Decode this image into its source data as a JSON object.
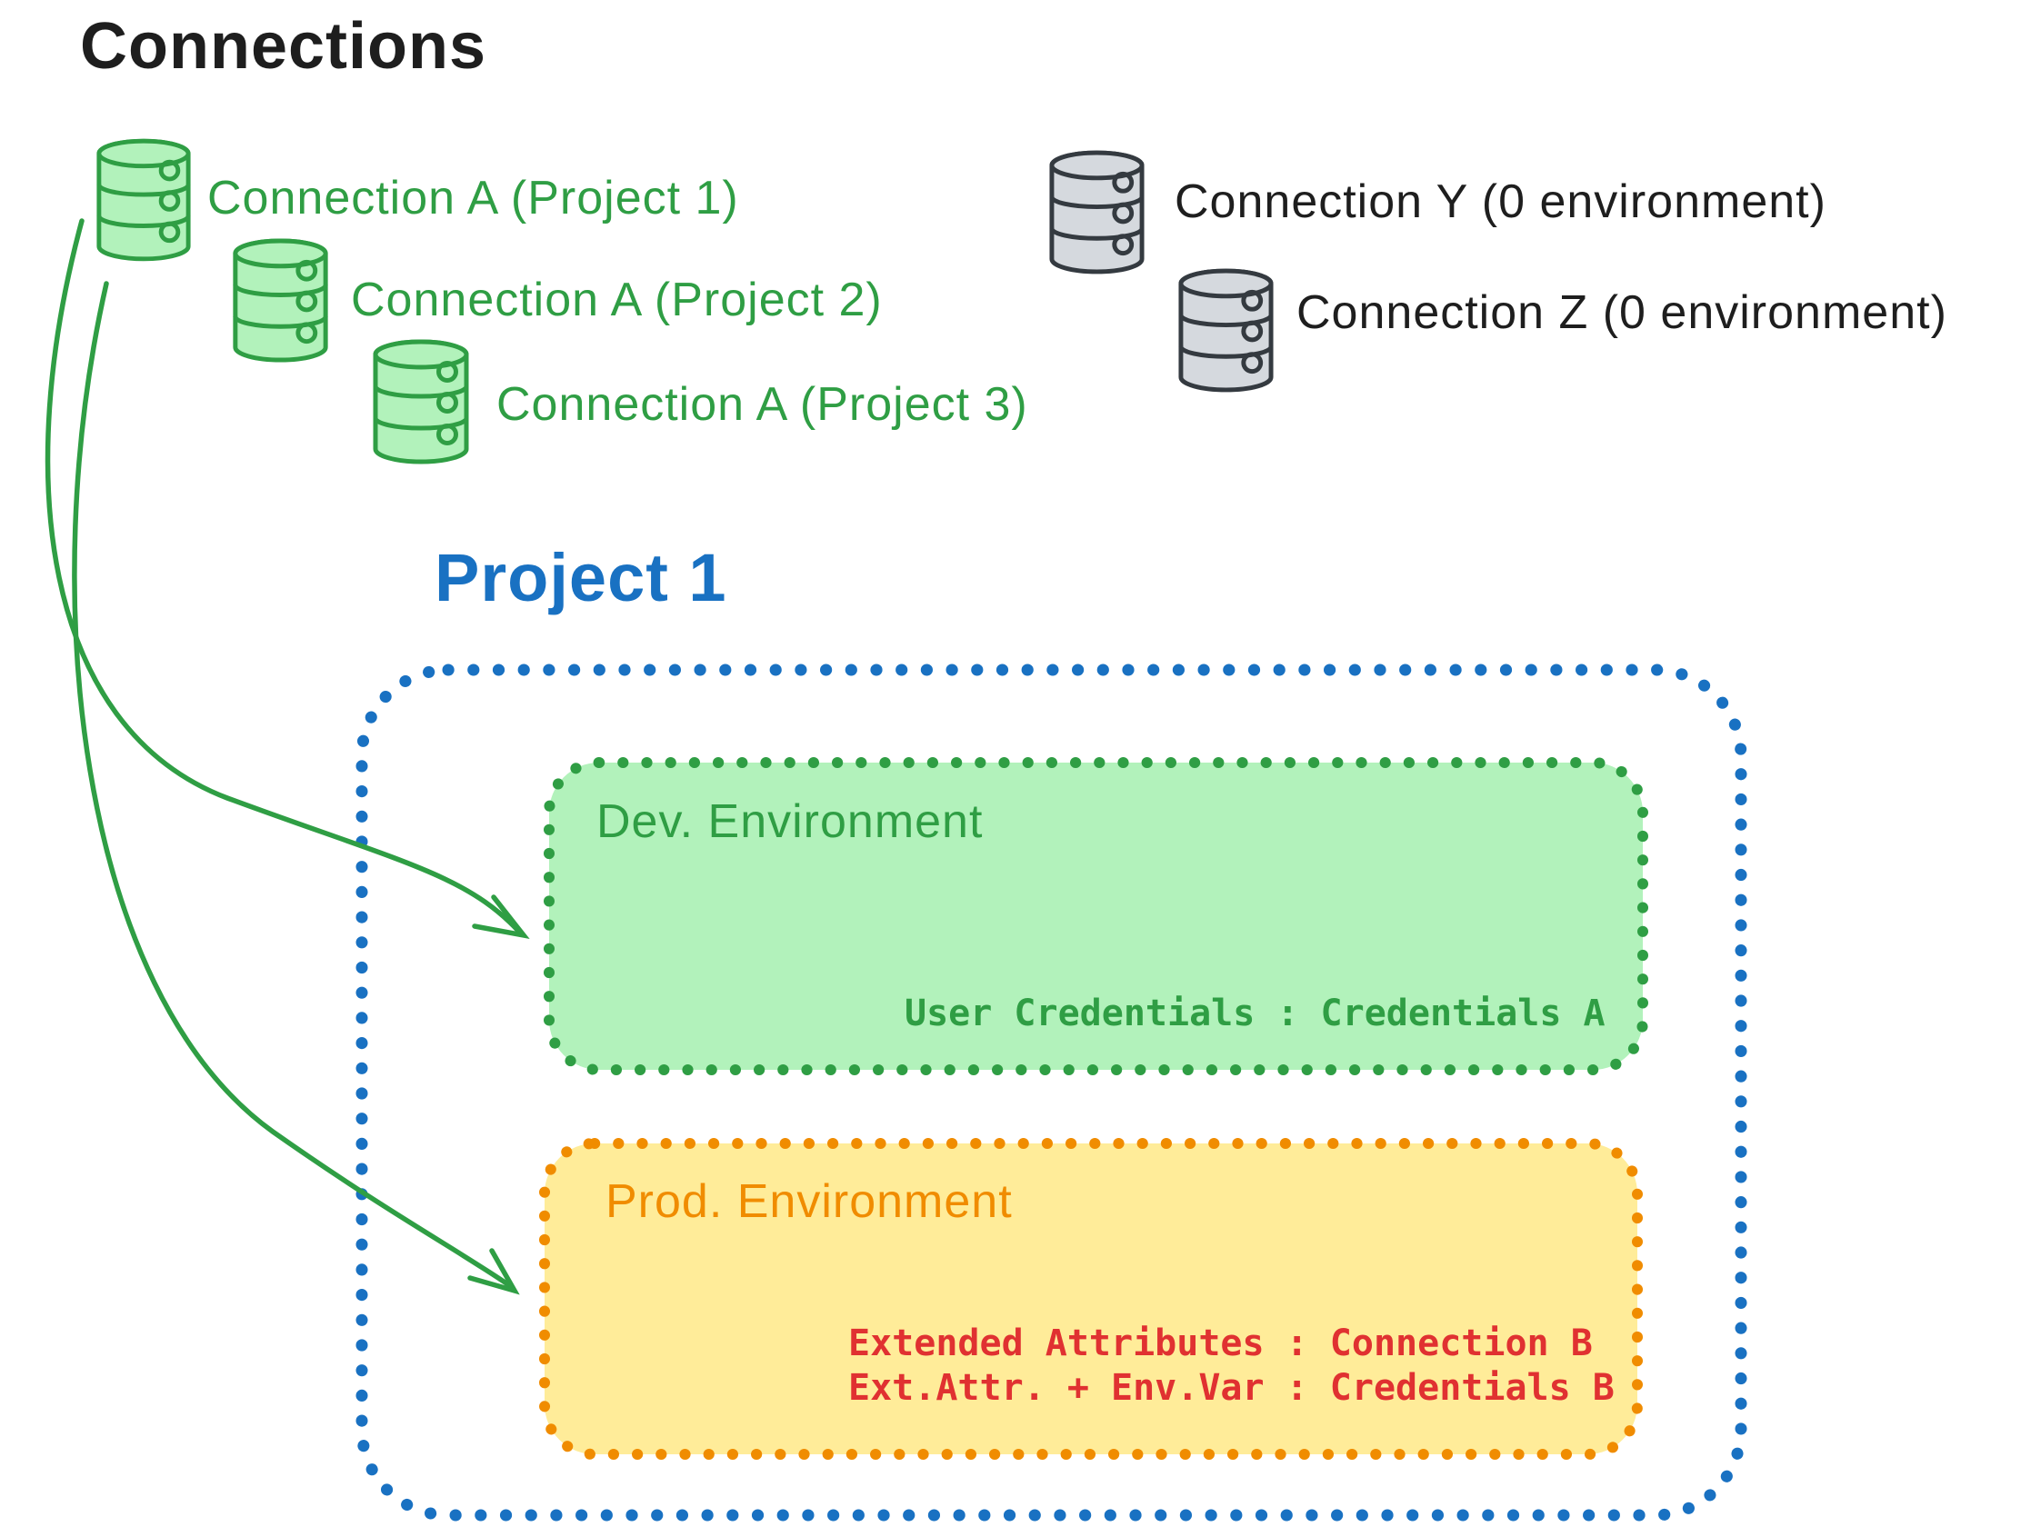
{
  "colors": {
    "ink": "#1e1e1e",
    "green": "#2f9e44",
    "green-fill": "#b2f2bb",
    "blue": "#1971c2",
    "orange": "#f08c00",
    "orange-fill": "#ffec99",
    "red": "#e03131",
    "gray-stroke": "#343a40",
    "gray-fill": "#d5d9de"
  },
  "title": "Connections",
  "connections": {
    "project_scoped": [
      {
        "icon": "database-icon",
        "label": "Connection A (Project 1)"
      },
      {
        "icon": "database-icon",
        "label": "Connection A (Project 2)"
      },
      {
        "icon": "database-icon",
        "label": "Connection A (Project 3)"
      }
    ],
    "unassigned": [
      {
        "icon": "database-icon",
        "label": "Connection Y (0 environment)"
      },
      {
        "icon": "database-icon",
        "label": "Connection Z (0 environment)"
      }
    ]
  },
  "project": {
    "title": "Project 1",
    "environments": [
      {
        "name": "Dev. Environment",
        "mappings": [
          "User Credentials : Credentials A"
        ]
      },
      {
        "name": "Prod. Environment",
        "mappings": [
          "Extended Attributes : Connection B",
          "Ext.Attr. + Env.Var : Credentials B"
        ]
      }
    ]
  }
}
